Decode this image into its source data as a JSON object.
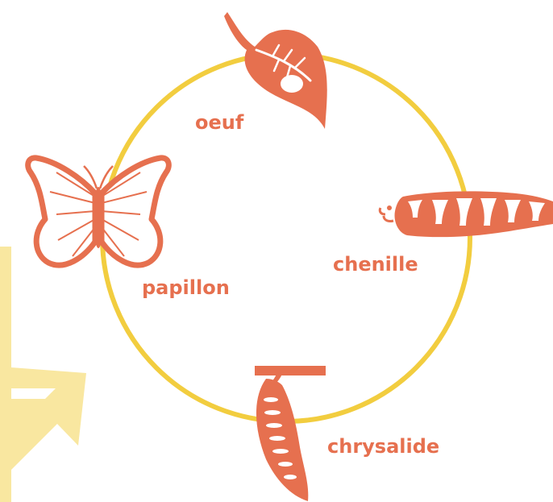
{
  "colors": {
    "accent": "#e6704f",
    "cycle": "#f2cd3f",
    "highlight": "#f9e7a0",
    "background": "#ffffff"
  },
  "stages": [
    {
      "id": "egg",
      "label": "oeuf",
      "icon": "leaf-with-egg-icon"
    },
    {
      "id": "caterpillar",
      "label": "chenille",
      "icon": "caterpillar-icon"
    },
    {
      "id": "chrysalis",
      "label": "chrysalide",
      "icon": "chrysalis-icon"
    },
    {
      "id": "butterfly",
      "label": "papillon",
      "icon": "butterfly-icon"
    }
  ],
  "decorations": {
    "arrow_icon": "arrow-up-right-icon",
    "panel": "left-highlight-panel"
  }
}
